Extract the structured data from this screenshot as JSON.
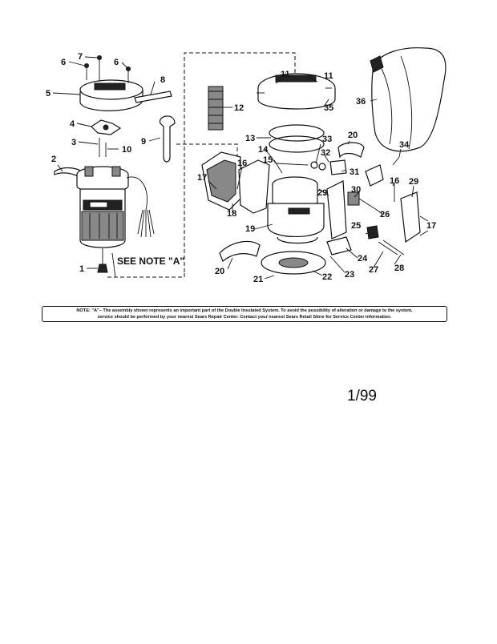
{
  "parts": {
    "p1": "1",
    "p2": "2",
    "p3": "3",
    "p4": "4",
    "p5": "5",
    "p6a": "6",
    "p6b": "6",
    "p7": "7",
    "p8": "8",
    "p9": "9",
    "p10": "10",
    "p11a": "11",
    "p11b": "11",
    "p12": "12",
    "p13": "13",
    "p14": "14",
    "p15": "15",
    "p16a": "16",
    "p16b": "16",
    "p17a": "17",
    "p17b": "17",
    "p18": "18",
    "p19": "19",
    "p20a": "20",
    "p20b": "20",
    "p21": "21",
    "p22": "22",
    "p23": "23",
    "p24": "24",
    "p25": "25",
    "p26": "26",
    "p27": "27",
    "p28": "28",
    "p29a": "29",
    "p29b": "29",
    "p30": "30",
    "p31": "31",
    "p32": "32",
    "p33": "33",
    "p34": "34",
    "p35": "35",
    "p36": "36"
  },
  "see_note": "SEE NOTE \"A\"",
  "note": {
    "line1": "NOTE: \"A\"– The assembly shown represents an important part of the Double Insulated System. To avoid the possibility of alteration or damage to the system,",
    "line2": "service should be performed by your nearest Sears Repair Center. Contact your nearest Sears Retail Store for Service Center information."
  },
  "date_code": "1/99"
}
